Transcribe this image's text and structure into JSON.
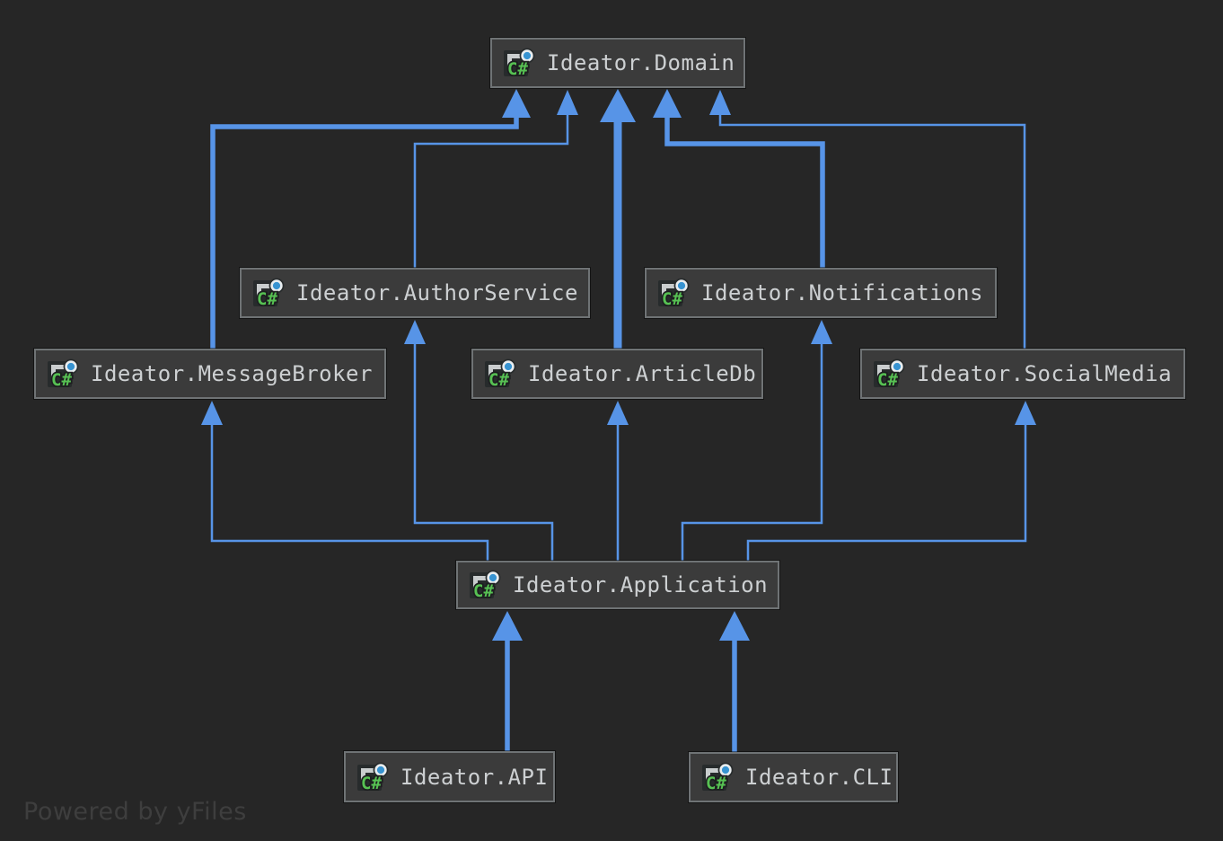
{
  "watermark": "Powered by yFiles",
  "colors": {
    "background": "#262626",
    "node_fill": "#3b3b3b",
    "node_border": "#6f7375",
    "node_text": "#cdd0d2",
    "edge_blue": "#5794e7",
    "icon_green": "#57c153",
    "icon_circle_blue": "#3793d1",
    "watermark_text": "#3e3e3e"
  },
  "diagram": {
    "nodes": [
      {
        "id": "domain",
        "label": "Ideator.Domain"
      },
      {
        "id": "author-service",
        "label": "Ideator.AuthorService"
      },
      {
        "id": "notifications",
        "label": "Ideator.Notifications"
      },
      {
        "id": "message-broker",
        "label": "Ideator.MessageBroker"
      },
      {
        "id": "article-db",
        "label": "Ideator.ArticleDb"
      },
      {
        "id": "social-media",
        "label": "Ideator.SocialMedia"
      },
      {
        "id": "application",
        "label": "Ideator.Application"
      },
      {
        "id": "api",
        "label": "Ideator.API"
      },
      {
        "id": "cli",
        "label": "Ideator.CLI"
      }
    ],
    "edges": [
      {
        "from": "Ideator.MessageBroker",
        "to": "Ideator.Domain",
        "weight": "medium"
      },
      {
        "from": "Ideator.AuthorService",
        "to": "Ideator.Domain",
        "weight": "thin"
      },
      {
        "from": "Ideator.ArticleDb",
        "to": "Ideator.Domain",
        "weight": "thick"
      },
      {
        "from": "Ideator.Notifications",
        "to": "Ideator.Domain",
        "weight": "medium"
      },
      {
        "from": "Ideator.SocialMedia",
        "to": "Ideator.Domain",
        "weight": "thin"
      },
      {
        "from": "Ideator.Application",
        "to": "Ideator.MessageBroker",
        "weight": "thin"
      },
      {
        "from": "Ideator.Application",
        "to": "Ideator.AuthorService",
        "weight": "thin"
      },
      {
        "from": "Ideator.Application",
        "to": "Ideator.ArticleDb",
        "weight": "thin"
      },
      {
        "from": "Ideator.Application",
        "to": "Ideator.Notifications",
        "weight": "thin"
      },
      {
        "from": "Ideator.Application",
        "to": "Ideator.SocialMedia",
        "weight": "thin"
      },
      {
        "from": "Ideator.API",
        "to": "Ideator.Application",
        "weight": "medium"
      },
      {
        "from": "Ideator.CLI",
        "to": "Ideator.Application",
        "weight": "medium"
      }
    ]
  }
}
